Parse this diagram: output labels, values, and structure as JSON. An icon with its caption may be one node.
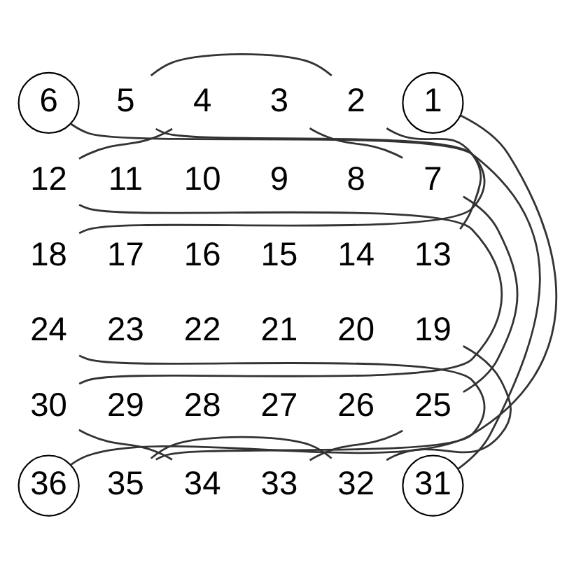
{
  "diagram": {
    "nodes": [
      {
        "text": [
          "6"
        ]
      },
      {
        "text": [
          "5"
        ]
      },
      {
        "text": [
          "4"
        ]
      },
      {
        "text": [
          "3"
        ]
      },
      {
        "text": [
          "2"
        ]
      },
      {
        "text": [
          "1"
        ]
      },
      {
        "text": [
          "12"
        ]
      },
      {
        "text": [
          "11"
        ]
      },
      {
        "text": [
          "10"
        ]
      },
      {
        "text": [
          "9"
        ]
      },
      {
        "text": [
          "8"
        ]
      },
      {
        "text": [
          "7"
        ]
      },
      {
        "text": [
          "18"
        ]
      },
      {
        "text": [
          "17"
        ]
      },
      {
        "text": [
          "16"
        ]
      },
      {
        "text": [
          "15"
        ]
      },
      {
        "text": [
          "14"
        ]
      },
      {
        "text": [
          "13"
        ]
      },
      {
        "text": [
          "24"
        ]
      },
      {
        "text": [
          "23"
        ]
      },
      {
        "text": [
          "22"
        ]
      },
      {
        "text": [
          "21"
        ]
      },
      {
        "text": [
          "20"
        ]
      },
      {
        "text": [
          "19"
        ]
      },
      {
        "text": [
          "30"
        ]
      },
      {
        "text": [
          "29"
        ]
      },
      {
        "text": [
          "28"
        ]
      },
      {
        "text": [
          "27"
        ]
      },
      {
        "text": [
          "26"
        ]
      },
      {
        "text": [
          "25"
        ]
      },
      {
        "text": [
          "36"
        ]
      },
      {
        "text": [
          "35"
        ]
      },
      {
        "text": [
          "34"
        ]
      },
      {
        "text": [
          "33"
        ]
      },
      {
        "text": [
          "32"
        ]
      },
      {
        "text": [
          "31"
        ]
      }
    ],
    "edges": [
      {
        "from": 0,
        "to": 35,
        "arrow": "none"
      },
      {
        "from": 30,
        "to": 5,
        "arrow": "none"
      },
      {
        "from": 2,
        "to": 6,
        "arrow": "none"
      },
      {
        "from": 6,
        "to": 24,
        "arrow": "none"
      },
      {
        "from": 24,
        "to": 32,
        "arrow": "none"
      },
      {
        "from": 1,
        "to": 12,
        "arrow": "none"
      },
      {
        "from": 1,
        "to": 4,
        "arrow": "none"
      },
      {
        "from": 4,
        "to": 17,
        "arrow": "none"
      },
      {
        "from": 3,
        "to": 11,
        "arrow": "none"
      },
      {
        "from": 11,
        "to": 29,
        "arrow": "none"
      },
      {
        "from": 23,
        "to": 34,
        "arrow": "none"
      },
      {
        "from": 34,
        "to": 31,
        "arrow": "none"
      },
      {
        "from": 31,
        "to": 18,
        "arrow": "none"
      },
      {
        "from": 33,
        "to": 29,
        "arrow": "none"
      }
    ]
  }
}
